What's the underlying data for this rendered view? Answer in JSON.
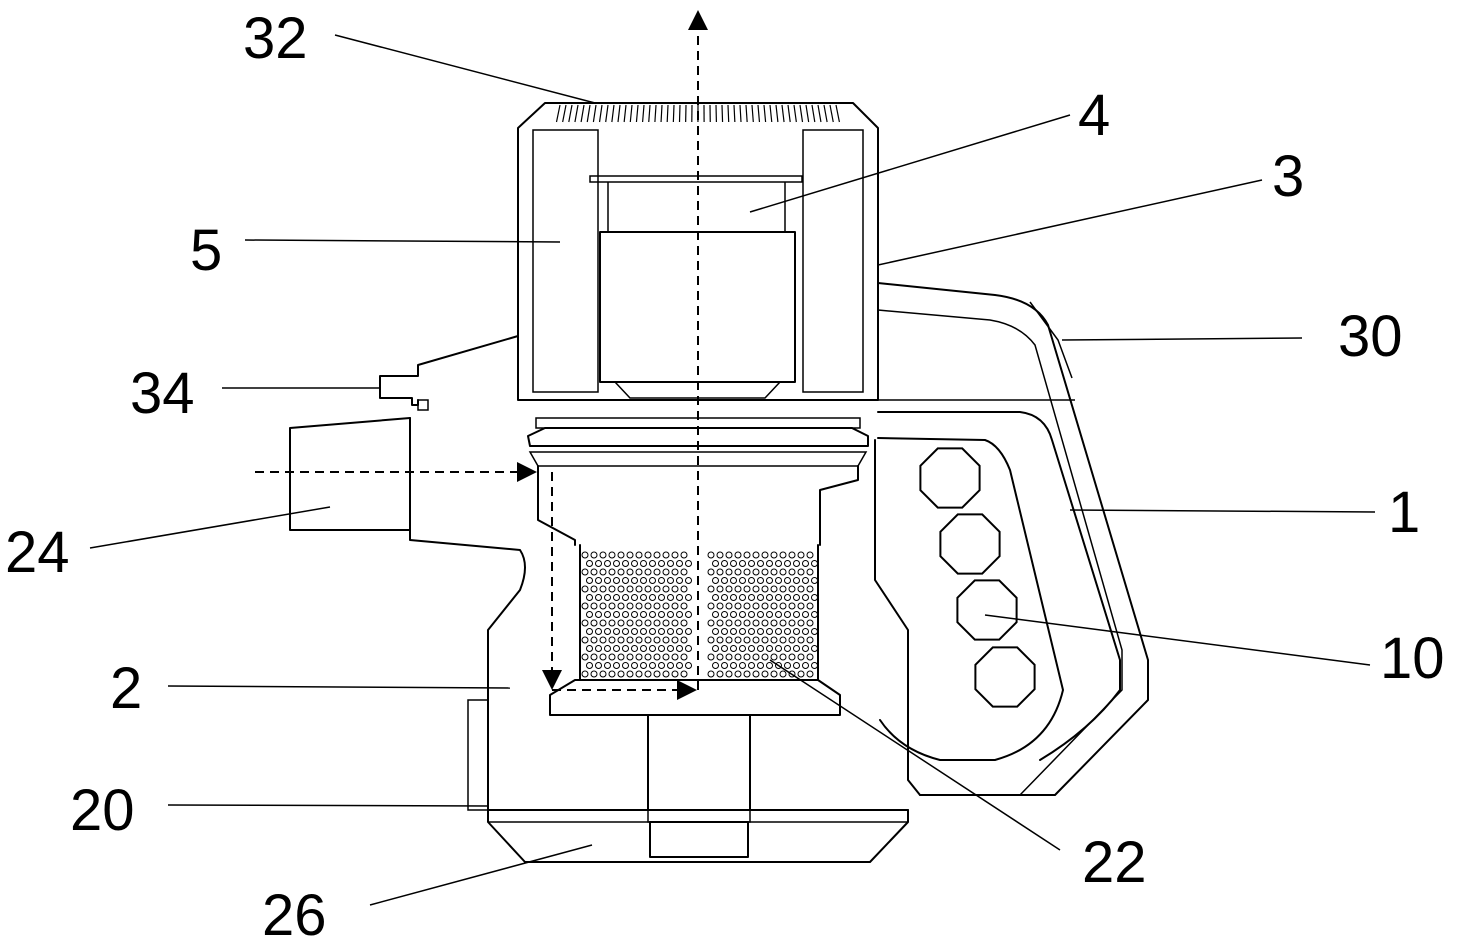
{
  "labels": {
    "l1": "1",
    "l2": "2",
    "l3": "3",
    "l4": "4",
    "l5": "5",
    "l10": "10",
    "l20": "20",
    "l22": "22",
    "l24": "24",
    "l26": "26",
    "l30": "30",
    "l32": "32",
    "l34": "34"
  }
}
